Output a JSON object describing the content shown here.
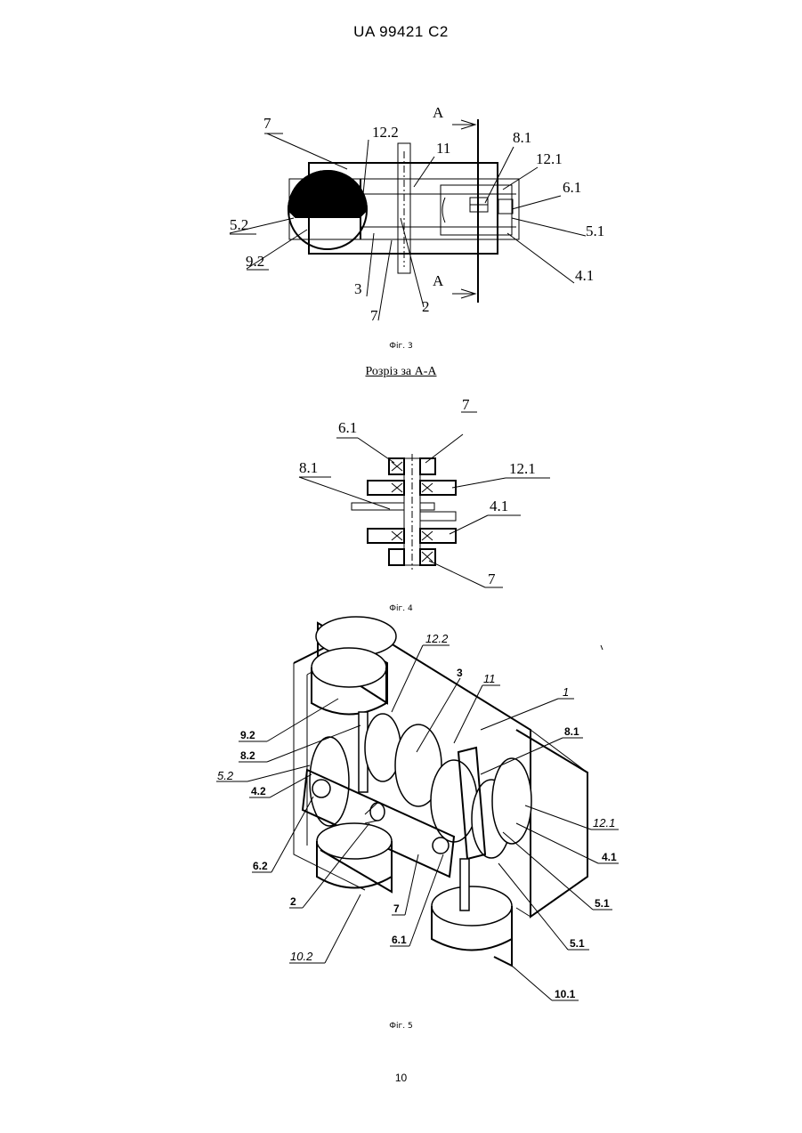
{
  "header": {
    "title": "UA   99421   C2"
  },
  "figures": {
    "fig3": {
      "caption": "Фіг. 3",
      "labels": [
        "7",
        "12.2",
        "11",
        "8.1",
        "12.1",
        "6.1",
        "5.2",
        "5.1",
        "9.2",
        "4.1",
        "3",
        "7",
        "2"
      ],
      "section_marks": [
        "A",
        "A"
      ]
    },
    "section_title": "Розріз за А-А",
    "fig4": {
      "caption": "Фіг. 4",
      "labels": [
        "7",
        "6.1",
        "8.1",
        "12.1",
        "4.1",
        "7"
      ]
    },
    "fig5": {
      "caption": "Фіг. 5",
      "labels": [
        "12.2",
        "3",
        "11",
        "1",
        "9.2",
        "8.2",
        "5.2",
        "4.2",
        "8.1",
        "12.1",
        "4.1",
        "6.2",
        "5.1",
        "2",
        "7",
        "6.1",
        "5.1",
        "10.2",
        "10.1"
      ]
    }
  },
  "footer": {
    "page_number": "10"
  }
}
